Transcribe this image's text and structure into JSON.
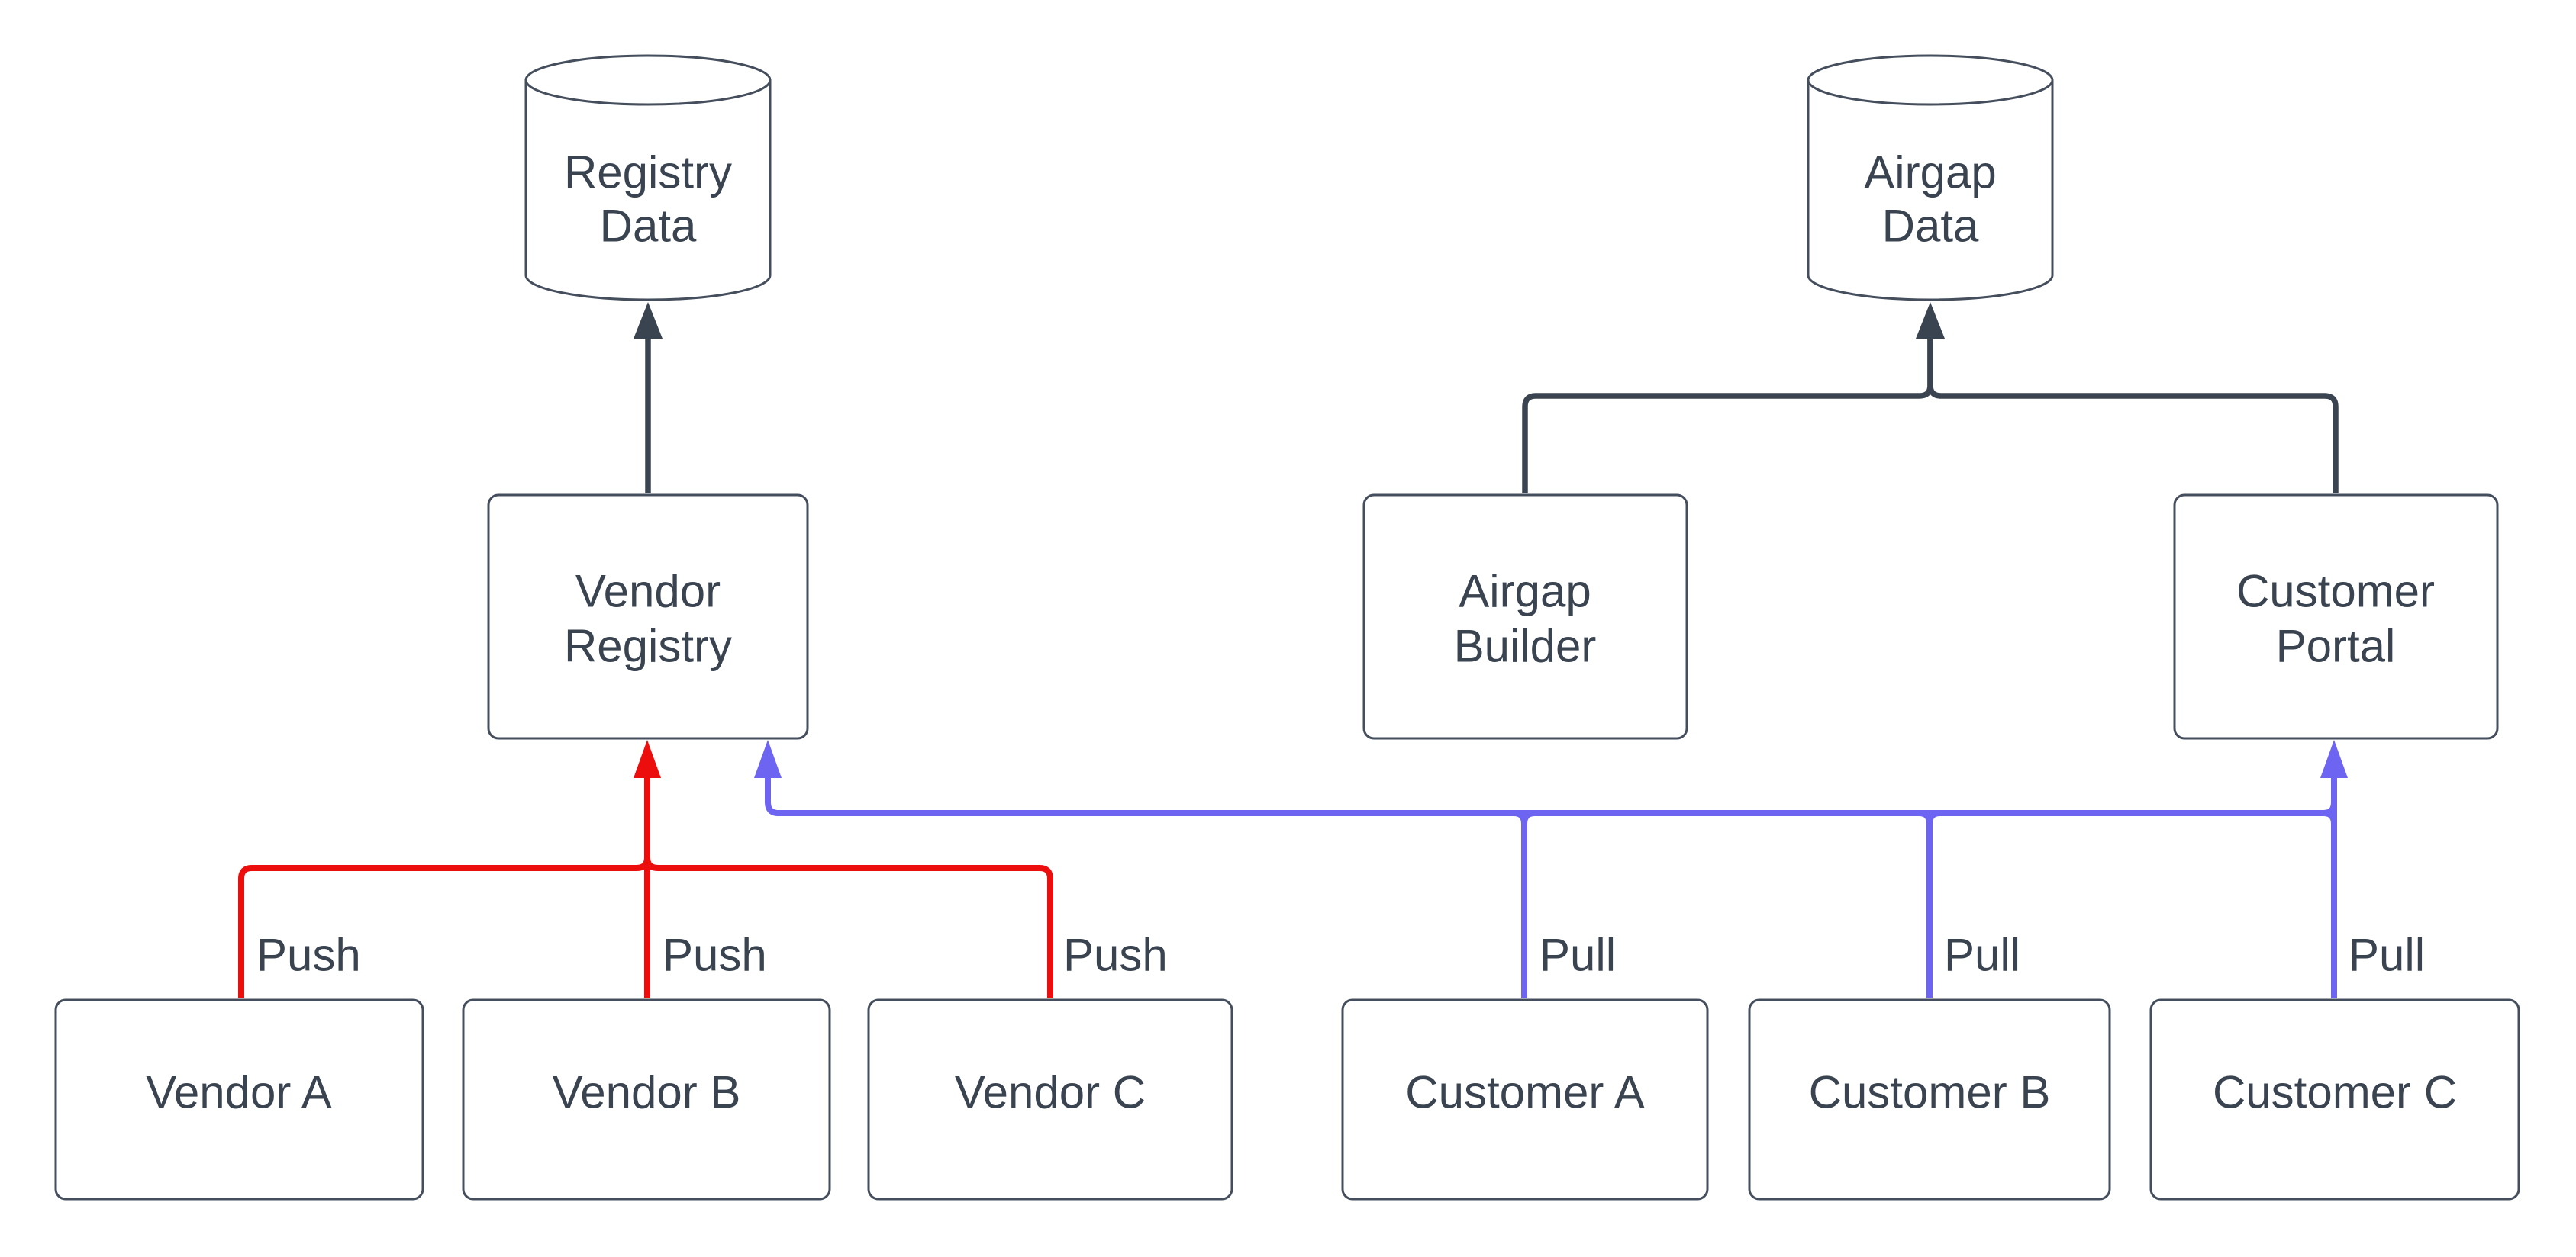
{
  "colors": {
    "node_fill": "#ffffff",
    "node_border": "#454e5c",
    "text": "#3a4350",
    "edge_dark": "#3a4350",
    "edge_push": "#ec0d0d",
    "edge_pull": "#6d64f1"
  },
  "nodes": {
    "registry_data": {
      "type": "cylinder",
      "line1": "Registry",
      "line2": "Data"
    },
    "airgap_data": {
      "type": "cylinder",
      "line1": "Airgap",
      "line2": "Data"
    },
    "vendor_registry": {
      "line1": "Vendor",
      "line2": "Registry"
    },
    "airgap_builder": {
      "line1": "Airgap",
      "line2": "Builder"
    },
    "customer_portal": {
      "line1": "Customer",
      "line2": "Portal"
    },
    "vendor_a": {
      "label": "Vendor A"
    },
    "vendor_b": {
      "label": "Vendor B"
    },
    "vendor_c": {
      "label": "Vendor C"
    },
    "customer_a": {
      "label": "Customer A"
    },
    "customer_b": {
      "label": "Customer B"
    },
    "customer_c": {
      "label": "Customer C"
    }
  },
  "edge_labels": {
    "push_a": "Push",
    "push_b": "Push",
    "push_c": "Push",
    "pull_a": "Pull",
    "pull_b": "Pull",
    "pull_c": "Pull"
  }
}
